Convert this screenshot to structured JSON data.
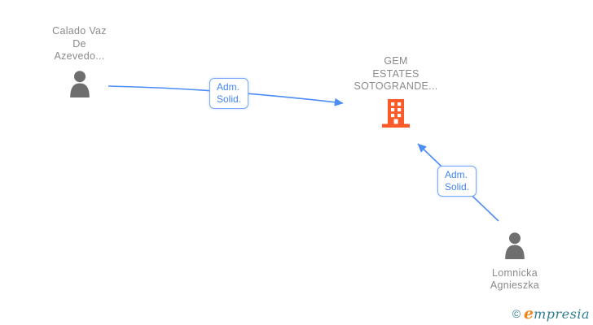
{
  "diagram": {
    "nodes": {
      "person1": {
        "type": "person",
        "icon": "person-icon",
        "lines": [
          "Calado Vaz",
          "De",
          "Azevedo..."
        ]
      },
      "company": {
        "type": "company",
        "icon": "building-icon",
        "lines": [
          "GEM",
          "ESTATES",
          "SOTOGRANDE..."
        ]
      },
      "person2": {
        "type": "person",
        "icon": "person-icon",
        "lines": [
          "Lomnicka",
          "Agnieszka"
        ]
      }
    },
    "edges": {
      "edge1": {
        "from": "person1",
        "to": "company",
        "label_lines": [
          "Adm.",
          "Solid."
        ]
      },
      "edge2": {
        "from": "person2",
        "to": "company",
        "label_lines": [
          "Adm.",
          "Solid."
        ]
      }
    }
  },
  "colors": {
    "edge_blue": "#4C8DF5",
    "edge_label_border": "#7AA9F7",
    "edge_label_text": "#4285F4",
    "building_orange": "#FA5A28",
    "person_gray": "#6E6E6E",
    "node_text_gray": "#8A8A8A",
    "logo_teal": "#2E7D92",
    "logo_orange": "#F0861E",
    "background": "#FFFFFF"
  },
  "footer": {
    "copyright_symbol": "©",
    "brand_initial": "e",
    "brand_rest": "mpresia"
  }
}
